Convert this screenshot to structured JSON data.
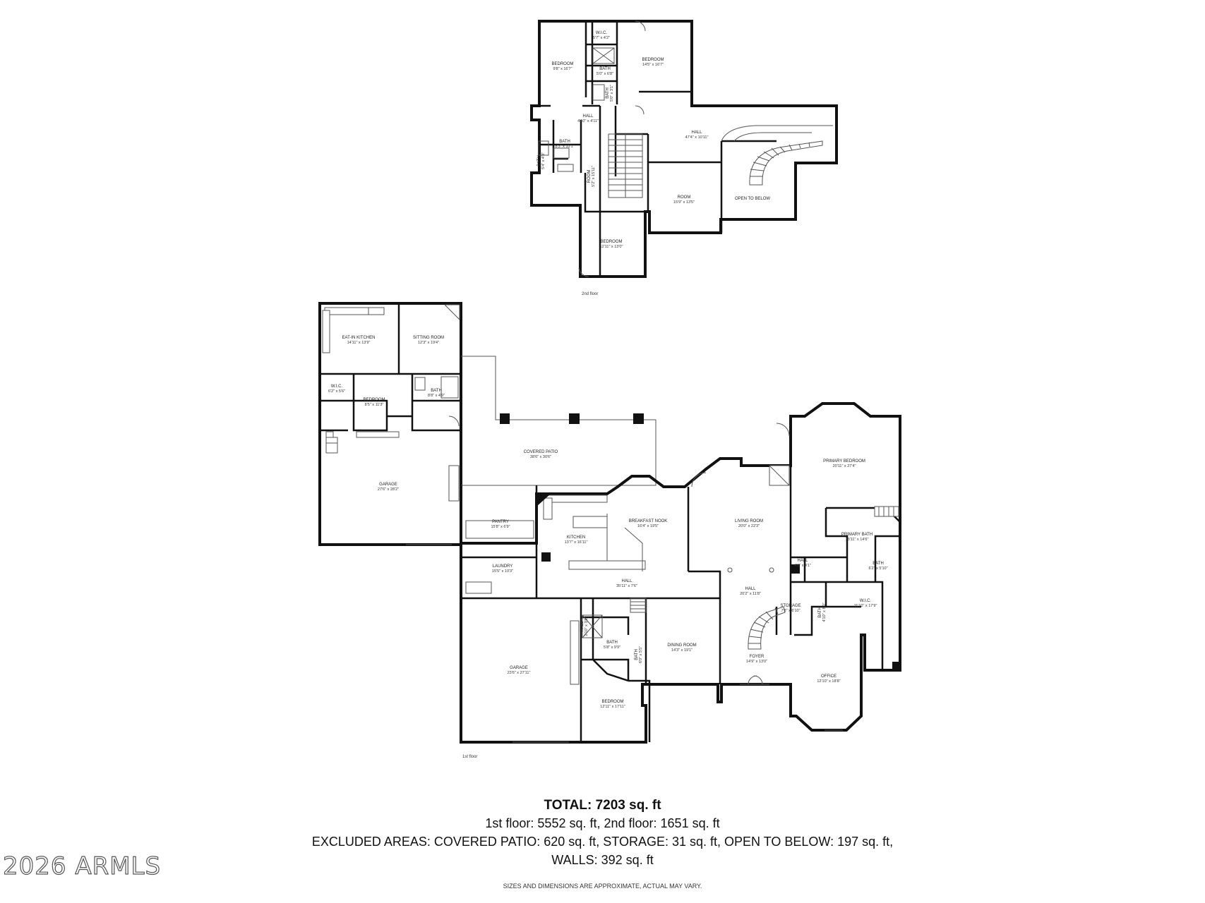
{
  "floors": [
    {
      "label": "2nd floor",
      "rooms": [
        {
          "name": "BEDROOM",
          "dims": "9'8\" x 16'7\""
        },
        {
          "name": "W.I.C.",
          "dims": "5'7\" x 4'2\""
        },
        {
          "name": "BEDROOM",
          "dims": "14'5\" x 16'7\""
        },
        {
          "name": "BATH",
          "dims": "5'0\" x 6'8\""
        },
        {
          "name": "BATH",
          "dims": "5'0\" x 3'1\""
        },
        {
          "name": "HALL",
          "dims": "4'10\" x 4'11\""
        },
        {
          "name": "HALL",
          "dims": "47'4\" x 10'11\""
        },
        {
          "name": "BATH",
          "dims": "8'3\" x 10'1\""
        },
        {
          "name": "BATH",
          "dims": "5'4\" x 4'3\""
        },
        {
          "name": "ROOM",
          "dims": "5'2\" x 15'11\""
        },
        {
          "name": "ROOM",
          "dims": "15'9\" x 13'5\""
        },
        {
          "name": "OPEN TO BELOW",
          "dims": ""
        },
        {
          "name": "BEDROOM",
          "dims": "12'11\" x 13'0\""
        }
      ]
    },
    {
      "label": "1st floor",
      "rooms": [
        {
          "name": "EAT-IN KITCHEN",
          "dims": "14'11\" x 13'9\""
        },
        {
          "name": "SITTING ROOM",
          "dims": "12'3\" x 19'4\""
        },
        {
          "name": "W.I.C.",
          "dims": "6'2\" x 5'6\""
        },
        {
          "name": "BEDROOM",
          "dims": "8'5\" x 11'3\""
        },
        {
          "name": "BATH",
          "dims": "8'8\" x 4'9\""
        },
        {
          "name": "GARAGE",
          "dims": "27'6\" x 28'2\""
        },
        {
          "name": "COVERED PATIO",
          "dims": "38'6\" x 30'6\""
        },
        {
          "name": "PANTRY",
          "dims": "15'8\" x 6'9\""
        },
        {
          "name": "KITCHEN",
          "dims": "13'7\" x 16'11\""
        },
        {
          "name": "BREAKFAST NOOK",
          "dims": "16'4\" x 19'5\""
        },
        {
          "name": "LAUNDRY",
          "dims": "15'5\" x 10'3\""
        },
        {
          "name": "HALL",
          "dims": "35'11\" x 7'6\""
        },
        {
          "name": "LIVING ROOM",
          "dims": "20'0\" x 22'3\""
        },
        {
          "name": "PRIMARY BEDROOM",
          "dims": "20'11\" x 27'4\""
        },
        {
          "name": "PRIMARY BATH",
          "dims": "13'11\" x 14'6\""
        },
        {
          "name": "HALL",
          "dims": "4'8\" x 4'1\""
        },
        {
          "name": "BATH",
          "dims": "6'2\" x 5'10\""
        },
        {
          "name": "HALL",
          "dims": "20'2\" x 11'8\""
        },
        {
          "name": "STORAGE",
          "dims": "7'8\" x 6'10\""
        },
        {
          "name": "BATH",
          "dims": "4'10\" x 8'0\""
        },
        {
          "name": "W.I.C.",
          "dims": "11'10\" x 17'9\""
        },
        {
          "name": "GARAGE",
          "dims": "23'6\" x 27'11\""
        },
        {
          "name": "HALL",
          "dims": "2'10\" x 3'9\""
        },
        {
          "name": "BATH",
          "dims": "5'8\" x 9'9\""
        },
        {
          "name": "BATH",
          "dims": "6'0\" x 5'5\""
        },
        {
          "name": "DINING ROOM",
          "dims": "14'3\" x 19'1\""
        },
        {
          "name": "FOYER",
          "dims": "14'9\" x 13'0\""
        },
        {
          "name": "OFFICE",
          "dims": "12'10\" x 18'8\""
        },
        {
          "name": "BEDROOM",
          "dims": "12'11\" x 17'11\""
        }
      ]
    }
  ],
  "summary": {
    "total": "TOTAL: 7203 sq. ft",
    "line1": "1st floor: 5552 sq. ft, 2nd floor: 1651 sq. ft",
    "line2": "EXCLUDED AREAS: COVERED PATIO: 620 sq. ft, STORAGE: 31 sq. ft, OPEN TO BELOW: 197 sq. ft,",
    "line3": "WALLS: 392 sq. ft",
    "disclaimer": "SIZES AND DIMENSIONS ARE APPROXIMATE, ACTUAL MAY VARY."
  },
  "watermark": "2026 ARMLS"
}
